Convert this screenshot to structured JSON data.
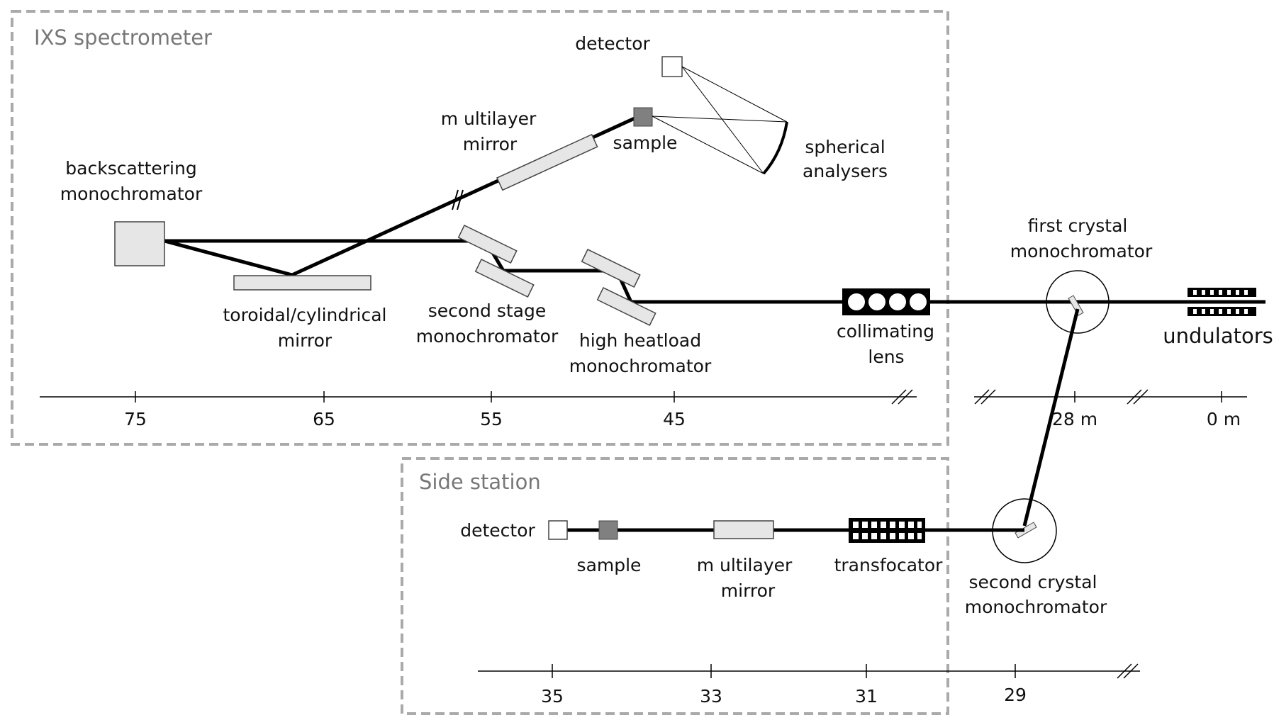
{
  "ixs": {
    "title": "IXS spectrometer",
    "detector": "detector",
    "multilayer_mirror": [
      "m ultilayer",
      "mirror"
    ],
    "sample": "sample",
    "spherical_analysers": [
      "spherical",
      "analysers"
    ],
    "backscattering_mono": [
      "backscattering",
      "monochromator"
    ],
    "toroidal_mirror": [
      "toroidal/cylindrical",
      "mirror"
    ],
    "second_stage_mono": [
      "second stage",
      "monochromator"
    ],
    "high_heatload_mono": [
      "high heatload",
      "monochromator"
    ],
    "collimating_lens": [
      "collimating",
      "lens"
    ]
  },
  "source": {
    "first_crystal_mono": [
      "first crystal",
      "monochromator"
    ],
    "undulators": "undulators",
    "second_crystal_mono": [
      "second crystal",
      "monochromator"
    ]
  },
  "side": {
    "title": "Side station",
    "detector": "detector",
    "sample": "sample",
    "multilayer_mirror": [
      "m ultilayer",
      "mirror"
    ],
    "transfocator": "transfocator"
  },
  "axis_top": {
    "ticks_left": [
      "75",
      "65",
      "55",
      "45"
    ],
    "ticks_right": [
      "28 m",
      "0 m"
    ]
  },
  "axis_bottom": {
    "ticks": [
      "35",
      "33",
      "31",
      "29"
    ]
  }
}
